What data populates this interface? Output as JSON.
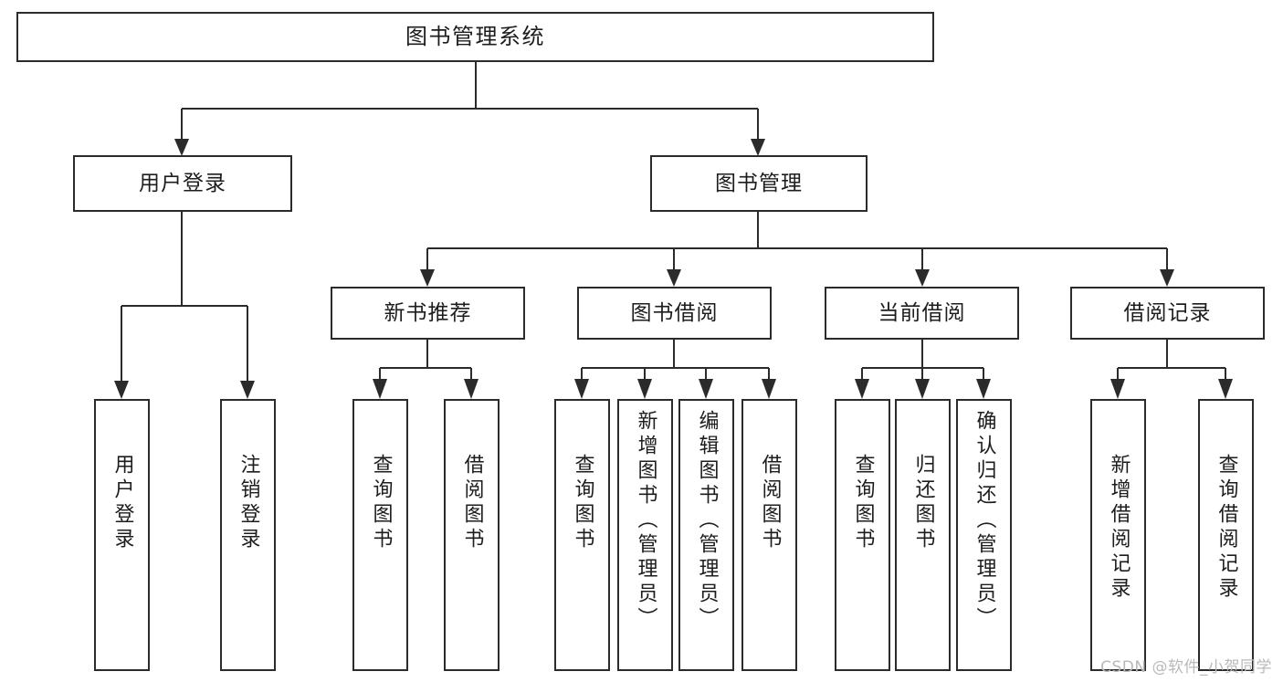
{
  "diagram": {
    "type": "tree-hierarchy",
    "title": "图书管理系统",
    "watermark": "CSDN @软件_小贺同学",
    "root": {
      "id": "root",
      "label": "图书管理系统"
    },
    "level2": [
      {
        "id": "user-login",
        "label": "用户登录"
      },
      {
        "id": "book-manage",
        "label": "图书管理"
      }
    ],
    "level3": [
      {
        "id": "new-book-recommend",
        "label": "新书推荐",
        "parent": "book-manage"
      },
      {
        "id": "book-borrow",
        "label": "图书借阅",
        "parent": "book-manage"
      },
      {
        "id": "current-borrow",
        "label": "当前借阅",
        "parent": "book-manage"
      },
      {
        "id": "borrow-record",
        "label": "借阅记录",
        "parent": "book-manage"
      }
    ],
    "leaves": [
      {
        "id": "leaf-user-login",
        "label": "用户登录",
        "parent": "user-login"
      },
      {
        "id": "leaf-logout",
        "label": "注销登录",
        "parent": "user-login"
      },
      {
        "id": "leaf-query-book-1",
        "label": "查询图书",
        "parent": "new-book-recommend"
      },
      {
        "id": "leaf-borrow-book-1",
        "label": "借阅图书",
        "parent": "new-book-recommend"
      },
      {
        "id": "leaf-query-book-2",
        "label": "查询图书",
        "parent": "book-borrow"
      },
      {
        "id": "leaf-add-book",
        "label": "新增图书（管理员）",
        "parent": "book-borrow"
      },
      {
        "id": "leaf-edit-book",
        "label": "编辑图书（管理员）",
        "parent": "book-borrow"
      },
      {
        "id": "leaf-borrow-book-2",
        "label": "借阅图书",
        "parent": "book-borrow"
      },
      {
        "id": "leaf-query-book-3",
        "label": "查询图书",
        "parent": "current-borrow"
      },
      {
        "id": "leaf-return-book",
        "label": "归还图书",
        "parent": "current-borrow"
      },
      {
        "id": "leaf-confirm-return",
        "label": "确认归还（管理员）",
        "parent": "current-borrow"
      },
      {
        "id": "leaf-add-record",
        "label": "新增借阅记录",
        "parent": "borrow-record"
      },
      {
        "id": "leaf-query-record",
        "label": "查询借阅记录",
        "parent": "borrow-record"
      }
    ],
    "colors": {
      "stroke": "#2b2b2b",
      "fill": "#ffffff",
      "text": "#1d1d1d",
      "watermark": "#b9b9b9"
    }
  }
}
